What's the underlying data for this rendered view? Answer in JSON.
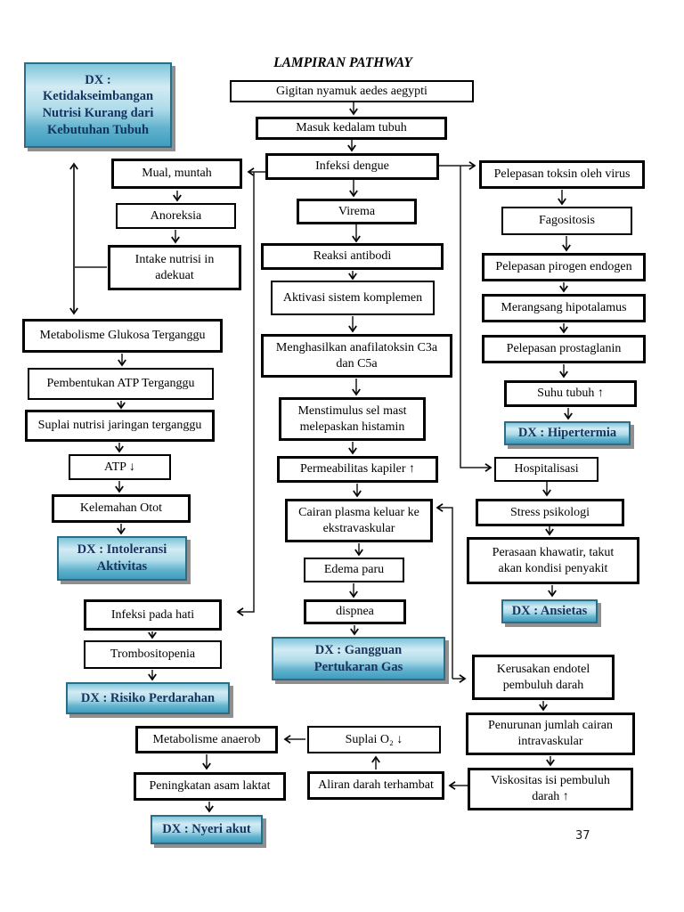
{
  "page": {
    "title": "LAMPIRAN PATHWAY",
    "page_number": "37"
  },
  "colors": {
    "box_border": "#000000",
    "dx_border": "#2a6d87",
    "dx_gradient_light": "#d3ebf4",
    "dx_gradient_dark": "#3f9dc0",
    "dx_text": "#16335f",
    "background": "#ffffff"
  },
  "nodes": {
    "dx_nutrisi": {
      "label": "DX :\nKetidakseimbangan\nNutrisi Kurang dari\nKebutuhan Tubuh"
    },
    "gigitan": {
      "label": "Gigitan nyamuk aedes aegypti"
    },
    "masuk": {
      "label": "Masuk kedalam tubuh"
    },
    "infeksi_dengue": {
      "label": "Infeksi dengue"
    },
    "virema": {
      "label": "Virema"
    },
    "reaksi_antibodi": {
      "label": "Reaksi antibodi"
    },
    "aktivasi_komplemen": {
      "label": "Aktivasi sistem komplemen"
    },
    "anafilatoksin": {
      "label": "Menghasilkan anafilatoksin C3a\ndan C5a"
    },
    "sel_mast": {
      "label": "Menstimulus sel mast\nmelepaskan histamin"
    },
    "permeabilitas": {
      "label": "Permeabilitas kapiler ↑"
    },
    "cairan_plasma": {
      "label": "Cairan plasma keluar ke\nekstravaskular"
    },
    "edema_paru": {
      "label": "Edema paru"
    },
    "dispnea": {
      "label": "dispnea"
    },
    "dx_gas": {
      "label": "DX : Gangguan\nPertukaran Gas"
    },
    "mual_muntah": {
      "label": "Mual, muntah"
    },
    "anoreksia": {
      "label": "Anoreksia"
    },
    "intake_nutrisi": {
      "label": "Intake nutrisi in\nadekuat"
    },
    "metabolisme_glukosa": {
      "label": "Metabolisme Glukosa Terganggu"
    },
    "pembentukan_atp": {
      "label": "Pembentukan ATP Terganggu"
    },
    "suplai_nutrisi": {
      "label": "Suplai nutrisi jaringan terganggu"
    },
    "atp_turun": {
      "label": "ATP ↓"
    },
    "kelemahan_otot": {
      "label": "Kelemahan Otot"
    },
    "dx_intoleransi": {
      "label": "DX : Intoleransi\nAktivitas"
    },
    "infeksi_hati": {
      "label": "Infeksi pada hati"
    },
    "trombositopenia": {
      "label": "Trombositopenia"
    },
    "dx_perdarahan": {
      "label": "DX : Risiko Perdarahan"
    },
    "pelepasan_toksin": {
      "label": "Pelepasan toksin oleh virus"
    },
    "fagositosis": {
      "label": "Fagositosis"
    },
    "pirogen_endogen": {
      "label": "Pelepasan pirogen endogen"
    },
    "merangsang_hipotalamus": {
      "label": "Merangsang hipotalamus"
    },
    "prostaglanin": {
      "label": "Pelepasan prostaglanin"
    },
    "suhu_tubuh": {
      "label": "Suhu tubuh ↑"
    },
    "dx_hipertermia": {
      "label": "DX : Hipertermia"
    },
    "hospitalisasi": {
      "label": "Hospitalisasi"
    },
    "stress_psikologi": {
      "label": "Stress psikologi"
    },
    "perasaan_khawatir": {
      "label": "Perasaan khawatir, takut\nakan kondisi penyakit"
    },
    "dx_ansietas": {
      "label": "DX : Ansietas"
    },
    "kerusakan_endotel": {
      "label": "Kerusakan endotel\npembuluh darah"
    },
    "penurunan_cairan": {
      "label": "Penurunan jumlah cairan\nintravaskular"
    },
    "viskositas": {
      "label": "Viskositas isi pembuluh\ndarah ↑"
    },
    "metabolisme_anaerob": {
      "label": "Metabolisme anaerob"
    },
    "suplai_o2": {
      "label": "Suplai O₂ ↓"
    },
    "peningkatan_laktat": {
      "label": "Peningkatan asam laktat"
    },
    "aliran_darah": {
      "label": "Aliran darah terhambat"
    },
    "dx_nyeri": {
      "label": "DX : Nyeri akut"
    }
  }
}
